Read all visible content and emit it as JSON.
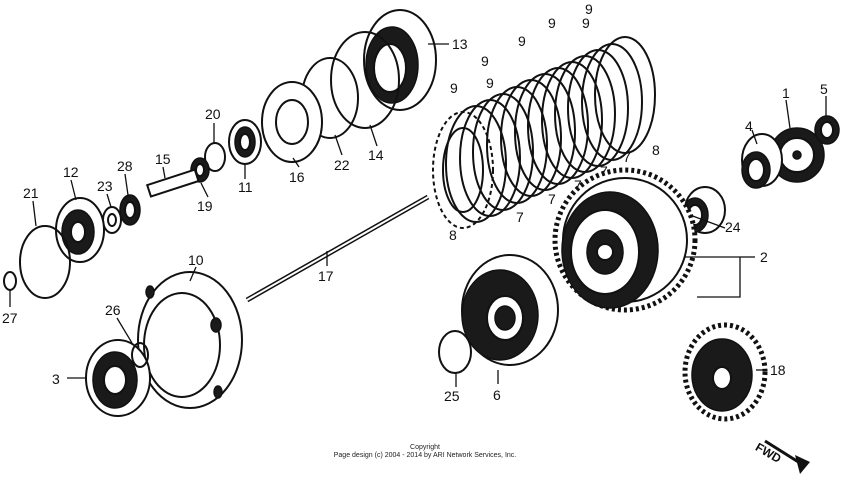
{
  "callouts": {
    "c1": "1",
    "c2": "2",
    "c3": "3",
    "c4": "4",
    "c5": "5",
    "c6": "6",
    "c7a": "7",
    "c7b": "7",
    "c7c": "7",
    "c7d": "7",
    "c7e": "7",
    "c8a": "8",
    "c8b": "8",
    "c9a": "9",
    "c9b": "9",
    "c9c": "9",
    "c9d": "9",
    "c9e": "9",
    "c9f": "9",
    "c9g": "9",
    "c10": "10",
    "c11": "11",
    "c12": "12",
    "c13": "13",
    "c14": "14",
    "c15": "15",
    "c16": "16",
    "c17": "17",
    "c18": "18",
    "c19": "19",
    "c20": "20",
    "c21": "21",
    "c22": "22",
    "c23": "23",
    "c24": "24",
    "c25": "25",
    "c26": "26",
    "c27": "27",
    "c28": "28"
  },
  "copyright": {
    "line1": "Copyright",
    "line2": "Page design (c) 2004 - 2014 by ARI Network Services, Inc."
  },
  "direction_label": "FWD"
}
